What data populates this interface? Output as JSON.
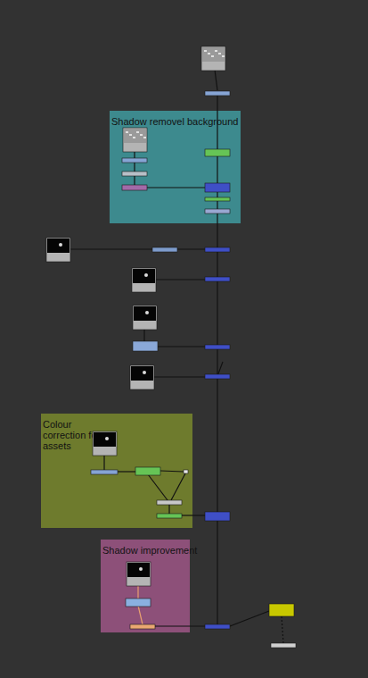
{
  "diagram": {
    "nodes": [
      {
        "text": [
          "Shadow removel background"
        ]
      },
      {
        "text": [
          "Colour correction for assets"
        ]
      },
      {
        "text": [
          "Shadow improvement"
        ]
      }
    ]
  }
}
